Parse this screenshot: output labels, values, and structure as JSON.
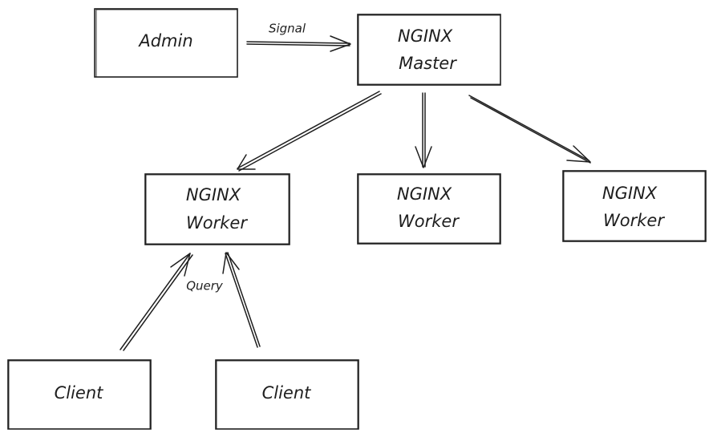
{
  "diagram": {
    "stroke_color": "#1e1e1e",
    "background": "#ffffff",
    "nodes": {
      "admin": {
        "lines": [
          "Admin"
        ]
      },
      "master": {
        "lines": [
          "NGINX",
          "Master"
        ]
      },
      "worker1": {
        "lines": [
          "NGINX",
          "Worker"
        ]
      },
      "worker2": {
        "lines": [
          "NGINX",
          "Worker"
        ]
      },
      "worker3": {
        "lines": [
          "NGINX",
          "Worker"
        ]
      },
      "client1": {
        "lines": [
          "Client"
        ]
      },
      "client2": {
        "lines": [
          "Client"
        ]
      }
    },
    "edges": {
      "admin_to_master": {
        "label": "Signal"
      },
      "client_to_worker": {
        "label": "Query"
      }
    }
  }
}
